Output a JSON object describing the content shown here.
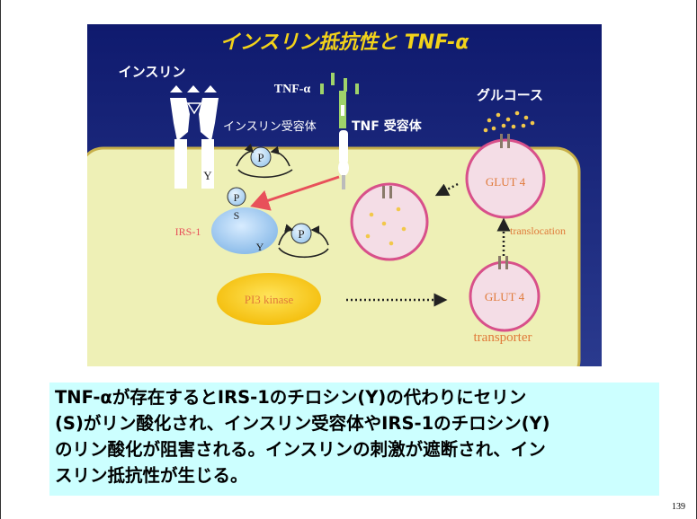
{
  "slide": {
    "title": "インスリン抵抗性と TNF-α",
    "labels": {
      "insulin": "インスリン",
      "tnf_alpha": "TNF-α",
      "insulin_receptor": "インスリン受容体",
      "tnf_receptor": "TNF 受容体",
      "glucose": "グルコース",
      "y_receptor": "Y",
      "p_top": "P",
      "p_irs_top": "P",
      "s": "S",
      "y_irs": "Y",
      "irs1": "IRS-1",
      "p_mid": "P",
      "glut4_top": "GLUT 4",
      "translocation": "translocation",
      "glut4_bottom": "GLUT 4",
      "pi3k": "PI3 kinase",
      "transporter": "transporter"
    },
    "colors": {
      "background_top": "#0f1a6e",
      "background_bottom": "#2d3a8c",
      "cell": "#eef0b6",
      "title": "#f2d21a",
      "red_arrow": "#e8505a",
      "glut_ring": "#d8508a"
    }
  },
  "caption": {
    "lines": [
      "TNF-αが存在するとIRS-1のチロシン(Y)の代わりにセリン",
      "(S)がリン酸化され、インスリン受容体やIRS-1のチロシン(Y)",
      "のリン酸化が阻害される。インスリンの刺激が遮断され、イン",
      "スリン抵抗性が生じる。"
    ],
    "background": "#ccffff"
  },
  "page_number": "139"
}
